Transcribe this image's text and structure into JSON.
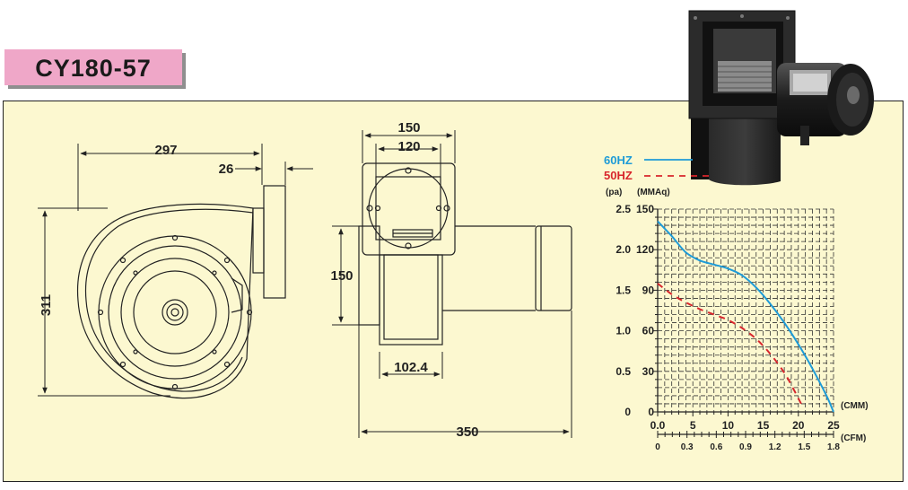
{
  "title": "CY180-57",
  "dimensions": {
    "side_width": "297",
    "flange_depth": "26",
    "side_height": "311",
    "flange_outer": "150",
    "flange_inner": "120",
    "outlet_height": "150",
    "outlet_width": "102.4",
    "total_length": "350"
  },
  "legend": {
    "hz60": "60HZ",
    "hz50": "50HZ",
    "hz60_color": "#1e9bd7",
    "hz50_color": "#d8262c"
  },
  "chart_data": {
    "type": "line",
    "ylabel_pa": "(pa)",
    "ylabel_mmaq": "(MMAq)",
    "xlabel_cmm": "(CMM)",
    "xlabel_cfm": "(CFM)",
    "xlim": [
      0,
      25
    ],
    "ylim_pa": [
      0,
      150
    ],
    "pa_ticks": [
      "0",
      "30",
      "60",
      "90",
      "120",
      "150"
    ],
    "mmaq_ticks": [
      "0",
      "0.5",
      "1.0",
      "1.5",
      "2.0",
      "2.5"
    ],
    "cmm_ticks": [
      "0.0",
      "5",
      "10",
      "15",
      "20",
      "25"
    ],
    "cfm_ticks": [
      "0",
      "0.3",
      "0.6",
      "0.9",
      "1.2",
      "1.5",
      "1.8"
    ],
    "grid": true,
    "series": [
      {
        "name": "60HZ",
        "color": "#1e9bd7",
        "style": "solid",
        "x": [
          0,
          2,
          4,
          6,
          8,
          10,
          12,
          14,
          16,
          18,
          20,
          22,
          24,
          25
        ],
        "y": [
          141,
          130,
          118,
          112,
          109,
          106,
          101,
          92,
          80,
          66,
          50,
          32,
          12,
          0
        ]
      },
      {
        "name": "50HZ",
        "color": "#d8262c",
        "style": "dashed",
        "x": [
          0,
          2,
          4,
          6,
          8,
          10,
          12,
          14,
          16,
          18,
          19.5,
          20.5
        ],
        "y": [
          95,
          87,
          81,
          76,
          72,
          68,
          62,
          54,
          43,
          29,
          15,
          5
        ]
      }
    ]
  }
}
